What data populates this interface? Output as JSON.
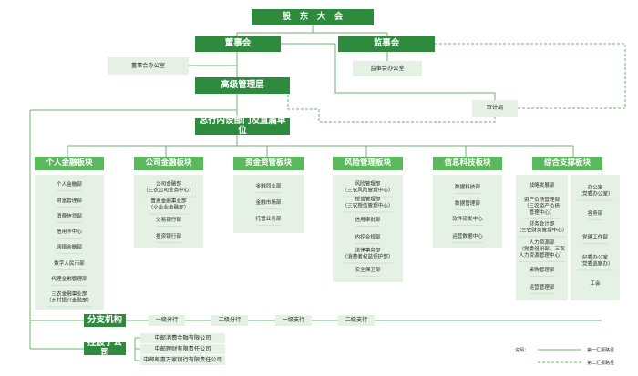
{
  "top": {
    "shareholders": "股　东　大　会",
    "board": "董事会",
    "supervisors": "监事会",
    "board_office": "董事会办公室",
    "supervisors_office": "监事会办公室",
    "senior_mgmt": "高级管理层",
    "audit": "审计局",
    "hq_depts": "总行内设部门及直属单位"
  },
  "segments": [
    {
      "title": "个人金融板块",
      "items": [
        "个人金融部",
        "财富管理部",
        "消费信贷部",
        "信用卡中心",
        "网络金融部",
        "数字人民币部",
        "代理金融管理部",
        "三农金融事业部\n（乡村振兴金融部）"
      ]
    },
    {
      "title": "公司金融板块",
      "items": [
        "公司金融部\n（三农公司业务中心）",
        "普惠金融事业部\n（小企业金融部）",
        "交易银行部",
        "投资银行部"
      ]
    },
    {
      "title": "资金资管板块",
      "items": [
        "金融同业部",
        "金融市场部",
        "托管业务部"
      ]
    },
    {
      "title": "风险管理板块",
      "items": [
        "风险管理部\n（三农风险管理中心）",
        "授信管理部\n（三农授信管理中心）",
        "信用审批部",
        "内控合规部",
        "法律事务部\n（消费者权益保护部）",
        "安全保卫部"
      ]
    },
    {
      "title": "信息科技板块",
      "items": [
        "数据科技部",
        "数据管理部",
        "软件研发中心",
        "运营数据中心"
      ]
    },
    {
      "title": "综合支撑板块",
      "items": [
        "战略发展部",
        "资产负债管理部\n（三农资产负债\n管理中心）",
        "财务会计部\n（三农财务管理中心）",
        "人力资源部\n（党委组织部、三农\n人力资源管理中心）",
        "采购管理部",
        "运营管理部"
      ],
      "items2": [
        "办公室\n（党委办公室）",
        "各务部",
        "党建工作部",
        "纪委办公室\n（党委巡察办）",
        "工会"
      ]
    }
  ],
  "branches": {
    "title": "分支机构",
    "levels": [
      "一级分行",
      "二级分行",
      "一级支行",
      "二级支行"
    ]
  },
  "subsidiaries": {
    "title": "控股子公司",
    "items": [
      "中邮消费金融有限公司",
      "中邮理财有限责任公司",
      "中邮邮惠万家银行有限责任公司"
    ]
  },
  "legend": {
    "label": "说明：",
    "solid": "第一汇报路径",
    "dashed": "第二汇报路径"
  },
  "colors": {
    "dark_green": "#2e8b3e",
    "mid_green": "#5cb85c",
    "light_green": "#e4f1e4",
    "line_green": "#6fb36f"
  }
}
